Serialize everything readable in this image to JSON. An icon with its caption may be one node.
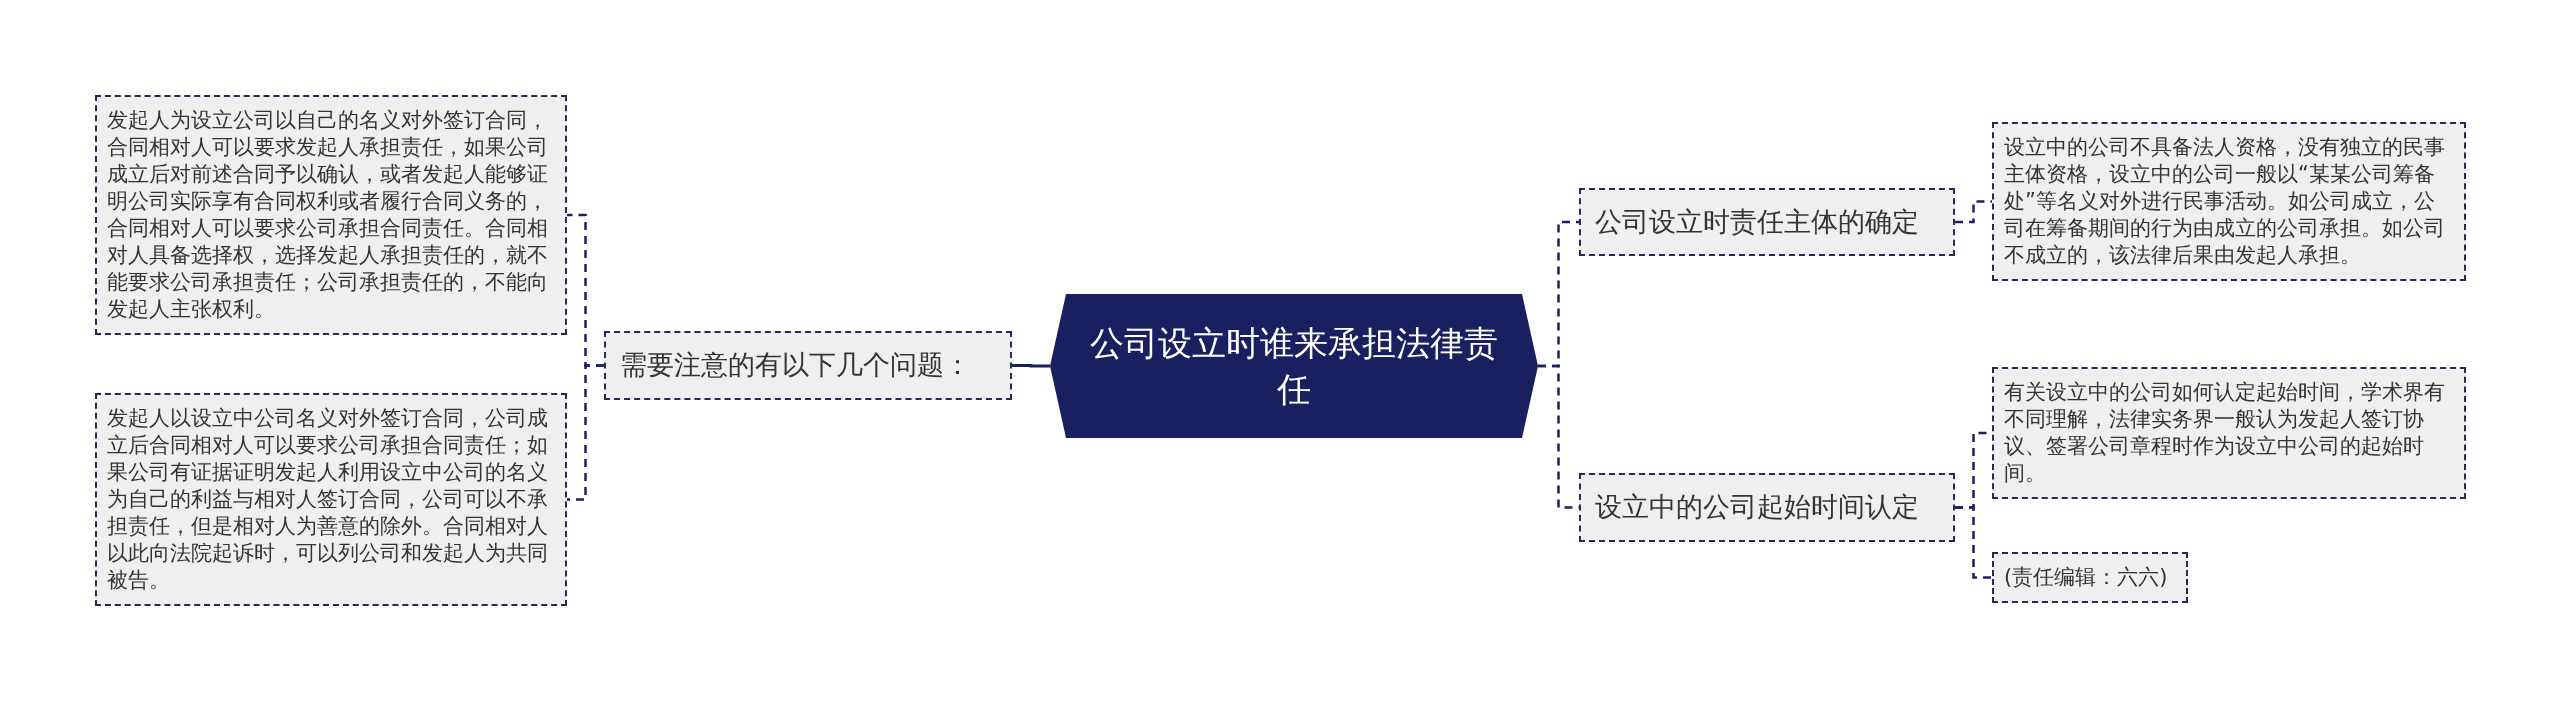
{
  "diagram": {
    "nodes": [
      {
        "text": [
          "公司设立时谁来承担法律责任"
        ]
      },
      {
        "text": [
          "需要注意的有以下几个问题："
        ]
      },
      {
        "text": [
          "发起人为设立公司以自己的名义对外签订合同，合同相对人可以要求发起人承担责任，如果公司成立后对前述合同予以确认，或者发起人能够证明公司实际享有合同权利或者履行合同义务的，合同相对人可以要求公司承担合同责任。合同相对人具备选择权，选择发起人承担责任的，就不能要求公司承担责任；公司承担责任的，不能向发起人主张权利。"
        ]
      },
      {
        "text": [
          "发起人以设立中公司名义对外签订合同，公司成立后合同相对人可以要求公司承担合同责任；如果公司有证据证明发起人利用设立中公司的名义为自己的利益与相对人签订合同，公司可以不承担责任，但是相对人为善意的除外。合同相对人以此向法院起诉时，可以列公司和发起人为共同被告。"
        ]
      },
      {
        "text": [
          "公司设立时责任主体的确定"
        ]
      },
      {
        "text": [
          "设立中的公司不具备法人资格，没有独立的民事主体资格，设立中的公司一般以“某某公司筹备处”等名义对外进行民事活动。如公司成立，公司在筹备期间的行为由成立的公司承担。如公司不成立的，该法律后果由发起人承担。"
        ]
      },
      {
        "text": [
          "设立中的公司起始时间认定"
        ]
      },
      {
        "text": [
          "有关设立中的公司如何认定起始时间，学术界有不同理解，法律实务界一般认为发起人签订协议、签署公司章程时作为设立中公司的起始时间。"
        ]
      },
      {
        "text": [
          "(责任编辑：六六)"
        ]
      }
    ],
    "edges": [
      {
        "from": 0,
        "to": 1,
        "arrow": "none"
      },
      {
        "from": 1,
        "to": 2,
        "arrow": "none",
        "style": "dashed"
      },
      {
        "from": 1,
        "to": 3,
        "arrow": "none",
        "style": "dashed"
      },
      {
        "from": 0,
        "to": 4,
        "arrow": "none",
        "style": "dashed"
      },
      {
        "from": 0,
        "to": 6,
        "arrow": "none",
        "style": "dashed"
      },
      {
        "from": 4,
        "to": 5,
        "arrow": "none",
        "style": "dashed"
      },
      {
        "from": 6,
        "to": 7,
        "arrow": "none",
        "style": "dashed"
      },
      {
        "from": 6,
        "to": 8,
        "arrow": "none",
        "style": "dashed"
      }
    ]
  }
}
